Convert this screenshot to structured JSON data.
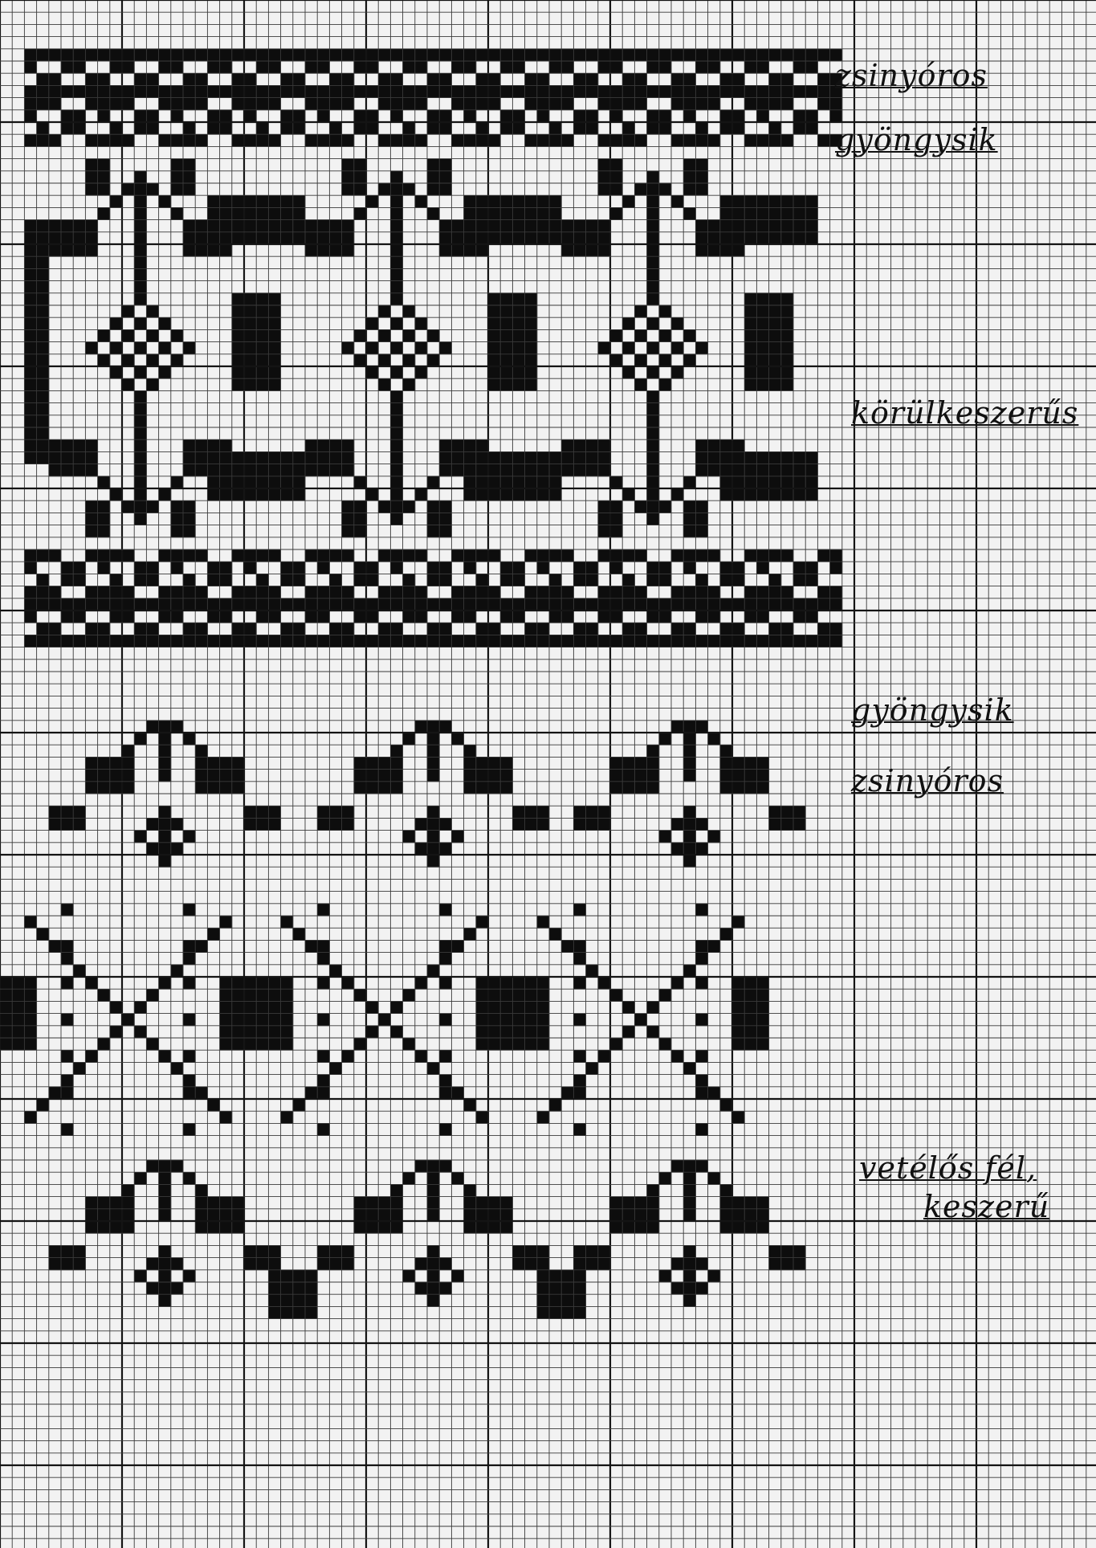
{
  "title": "",
  "colors": {
    "paper": "#f2f2f2",
    "ink": "#0d0d0d",
    "grid_fine": "#3a3a3a",
    "grid_major": "#141414"
  },
  "labels": [
    {
      "id": "zsinyoros-top",
      "text": "zsinyóros"
    },
    {
      "id": "gyongysik-top",
      "text": "gyöngysik"
    },
    {
      "id": "korulkeszerus",
      "text": "körülkeszerűs"
    },
    {
      "id": "gyongysik-bottom",
      "text": "gyöngysik"
    },
    {
      "id": "zsinyoros-bottom",
      "text": "zsinyóros"
    },
    {
      "id": "vetelos-line1",
      "text": "vetélős fél,"
    },
    {
      "id": "vetelos-line2",
      "text": "keszerű"
    }
  ],
  "pattern_bands": [
    {
      "name": "zsinyoros",
      "kind": "braid"
    },
    {
      "name": "gyongysik",
      "kind": "beads"
    },
    {
      "name": "korulkeszerus",
      "kind": "tulip-star"
    },
    {
      "name": "gyongysik",
      "kind": "beads"
    },
    {
      "name": "zsinyoros",
      "kind": "braid"
    },
    {
      "name": "flower-row",
      "kind": "flower"
    },
    {
      "name": "vetelos-fel-keszeru",
      "kind": "cross"
    },
    {
      "name": "flower-row-bottom",
      "kind": "flower"
    }
  ]
}
